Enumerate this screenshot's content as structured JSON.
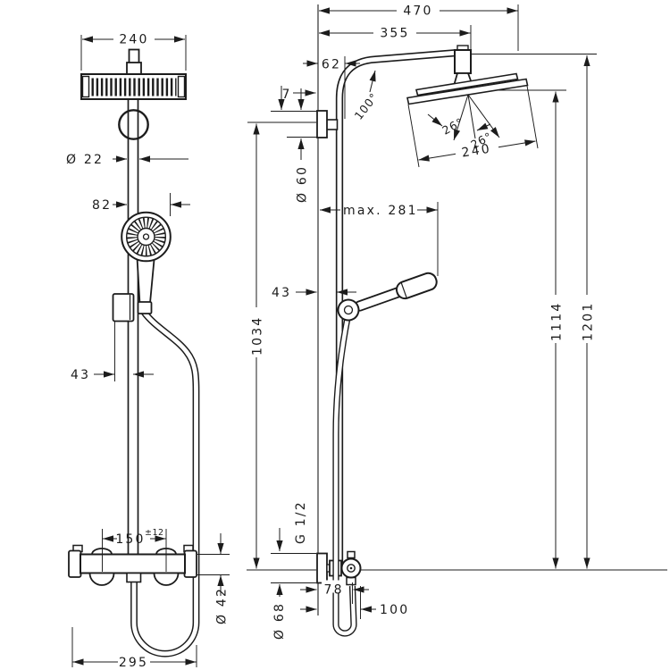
{
  "drawing": {
    "front_view": {
      "head_width": "240",
      "pipe_diameter": "Ø 22",
      "handshower_offset": "82",
      "holder_offset": "43",
      "valve_centers": "150",
      "valve_centers_tolerance": "±12",
      "valve_body_diameter": "Ø 42",
      "valve_overall_width": "295"
    },
    "side_view": {
      "overall_depth": "470",
      "arm_projection": "355",
      "riser_offset": "62",
      "bracket_gap": "7",
      "arm_angle": "100°",
      "bracket_escutcheon_diameter": "Ø 60",
      "handshower_max_reach": "max. 281",
      "wall_to_rail": "43",
      "spray_angle_left": "26°",
      "spray_angle_right": "26°",
      "head_face_width": "240",
      "rail_top_height": "1034",
      "head_spray_height": "1114",
      "overall_height": "1201",
      "supply_thread": "G 1/2",
      "valve_escutcheon_diameter": "Ø 68",
      "valve_depth": "78",
      "hose_bow_depth": "100"
    }
  }
}
